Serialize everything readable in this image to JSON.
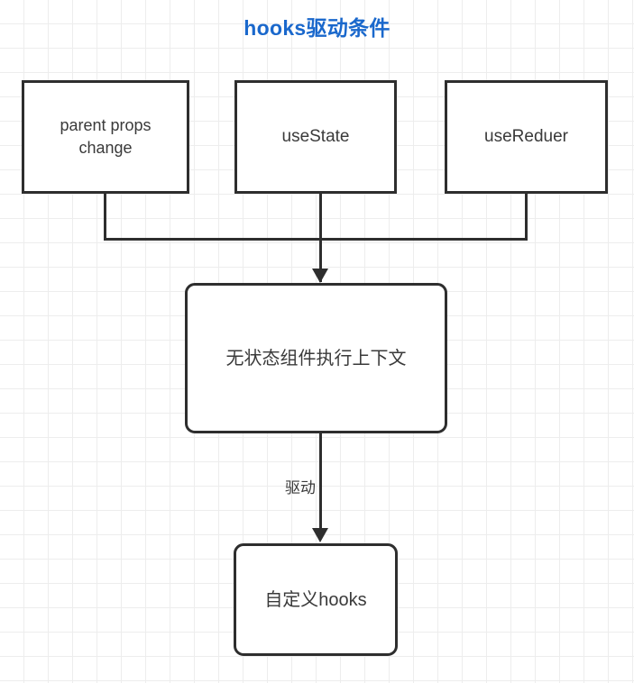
{
  "diagram": {
    "title": "hooks驱动条件",
    "title_color": "#1a68cc",
    "background": "#ffffff",
    "grid_color": "#ededed",
    "node_border_color": "#2e2e2e",
    "node_fill": "#ffffff",
    "text_color": "#3a3a3a",
    "nodes": [
      {
        "id": "parent-props",
        "label": "parent props\nchange",
        "shape": "rectangle"
      },
      {
        "id": "usestate",
        "label": "useState",
        "shape": "rectangle"
      },
      {
        "id": "usereducer",
        "label": "useReduer",
        "shape": "rectangle"
      },
      {
        "id": "context",
        "label": "无状态组件执行上下文",
        "shape": "rounded-rectangle"
      },
      {
        "id": "custom-hooks",
        "label": "自定义hooks",
        "shape": "rounded-rectangle"
      }
    ],
    "edges": [
      {
        "from": "parent-props",
        "to": "context",
        "label": ""
      },
      {
        "from": "usestate",
        "to": "context",
        "label": ""
      },
      {
        "from": "usereducer",
        "to": "context",
        "label": ""
      },
      {
        "from": "context",
        "to": "custom-hooks",
        "label": "驱动"
      }
    ],
    "edge_labels": {
      "drive": "驱动"
    }
  }
}
